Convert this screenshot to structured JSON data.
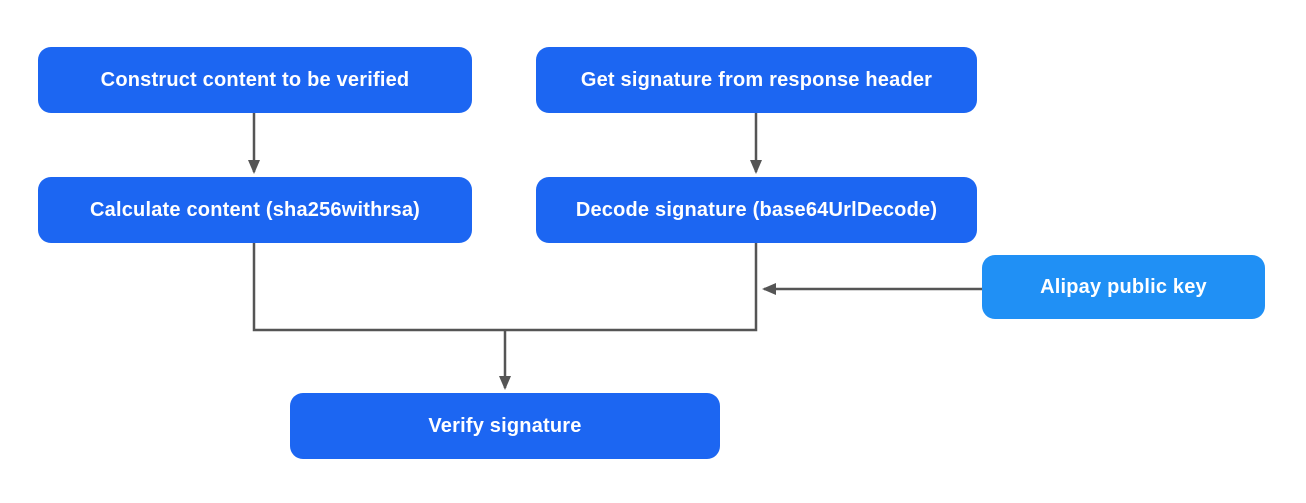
{
  "colors": {
    "background": "#ffffff",
    "node_fill": "#1c66f2",
    "node_fill_light": "#2090f5",
    "node_text": "#ffffff",
    "connector": "#555555"
  },
  "nodes": {
    "construct": {
      "label": "Construct content to be verified"
    },
    "get_signature": {
      "label": "Get signature from response header"
    },
    "calculate": {
      "label": "Calculate content (sha256withrsa)"
    },
    "decode": {
      "label": "Decode signature (base64UrlDecode)"
    },
    "alipay_key": {
      "label": "Alipay public key"
    },
    "verify": {
      "label": "Verify signature"
    }
  },
  "edges": [
    {
      "from": "construct",
      "to": "calculate",
      "type": "arrow-down"
    },
    {
      "from": "get_signature",
      "to": "decode",
      "type": "arrow-down"
    },
    {
      "from": "calculate",
      "to": "verify",
      "type": "merge-then-arrow-down"
    },
    {
      "from": "decode",
      "to": "verify",
      "type": "merge-then-arrow-down"
    },
    {
      "from": "alipay_key",
      "to": "decode_verify_connector",
      "type": "arrow-left"
    }
  ]
}
